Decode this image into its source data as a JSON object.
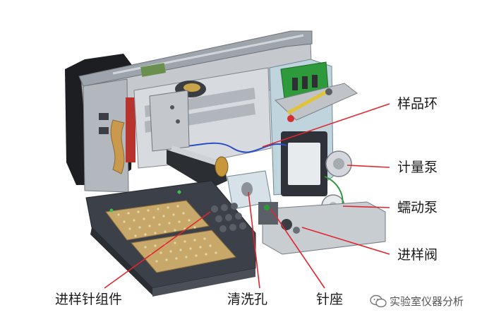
{
  "labels": {
    "sample_loop": "样品环",
    "metering_pump": "计量泵",
    "peristaltic_pump": "蠕动泵",
    "injection_valve": "进样阀",
    "needle_assembly": "进样针组件",
    "wash_port": "清洗孔",
    "needle_seat": "针座"
  },
  "watermark": {
    "text": "实验室仪器分析"
  },
  "colors": {
    "leader_line": "#e0262d",
    "chassis_gray": "#a9aeb4",
    "tray_dark": "#3c4048",
    "tray_plate": "#c8a76a",
    "valve_body": "#b9d2de",
    "board_green": "#2e9a3c"
  }
}
